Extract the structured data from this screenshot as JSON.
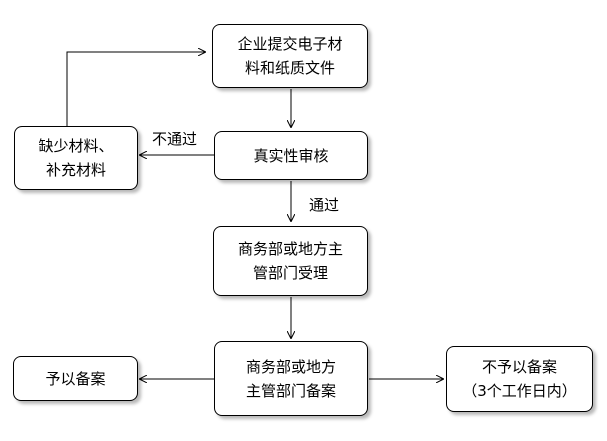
{
  "nodes": {
    "submit": {
      "text": "企业提交电子材\n料和纸质文件"
    },
    "verify": {
      "text": "真实性审核"
    },
    "supplement": {
      "text": "缺少材料、\n补充材料"
    },
    "accept": {
      "text": "商务部或地方主\n管部门受理"
    },
    "record": {
      "text": "商务部或地方\n主管部门备案"
    },
    "approve": {
      "text": "予以备案"
    },
    "reject": {
      "text": "不予以备案\n（3个工作日内）"
    }
  },
  "edges": {
    "fail_label": "不通过",
    "pass_label": "通过"
  },
  "colors": {
    "stroke": "#000000",
    "background": "#ffffff"
  }
}
